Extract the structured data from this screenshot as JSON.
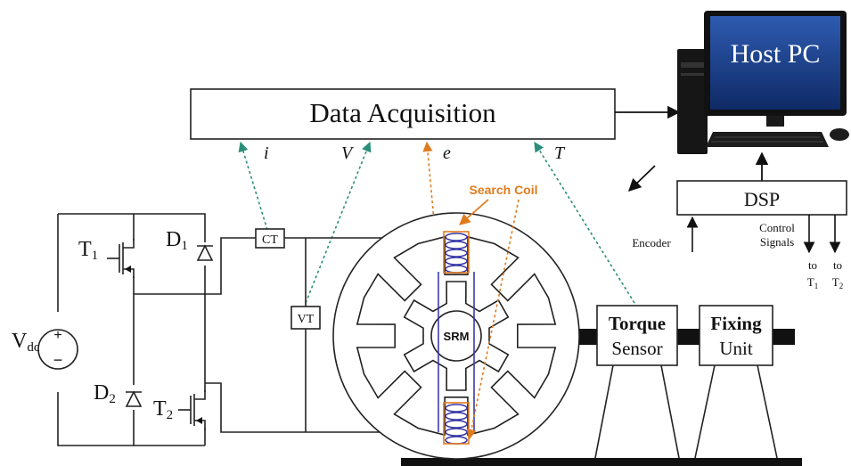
{
  "data_acquisition_label": "Data Acquisition",
  "host_pc_label": "Host PC",
  "dsp_label": "DSP",
  "encoder_label": "Encoder",
  "control_signals_line1": "Control",
  "control_signals_line2": "Signals",
  "to_label": "to",
  "to_t1_main": "T",
  "to_t1_sub": "1",
  "to_t2_main": "T",
  "to_t2_sub": "2",
  "signals": {
    "i": "i",
    "v": "V",
    "e": "e",
    "t": "T"
  },
  "search_coil_label": "Search Coil",
  "ct_label": "CT",
  "vt_label": "VT",
  "srm_label": "SRM",
  "vdc_main": "V",
  "vdc_sub": "dc",
  "plus_sign": "+",
  "minus_sign": "−",
  "t1_main": "T",
  "t1_sub": "1",
  "t2_main": "T",
  "t2_sub": "2",
  "d1_main": "D",
  "d1_sub": "1",
  "d2_main": "D",
  "d2_sub": "2",
  "torque_sensor_line1": "Torque",
  "torque_sensor_line2": "Sensor",
  "fixing_unit_line1": "Fixing",
  "fixing_unit_line2": "Unit",
  "colors": {
    "green_dotted": "#2a8f7a",
    "orange_dotted": "#e07b1f",
    "search_coil_text": "#e07b1f",
    "coil_blue": "#3a3aa8",
    "monitor_screen": "#1e3f8a",
    "black": "#111111"
  }
}
